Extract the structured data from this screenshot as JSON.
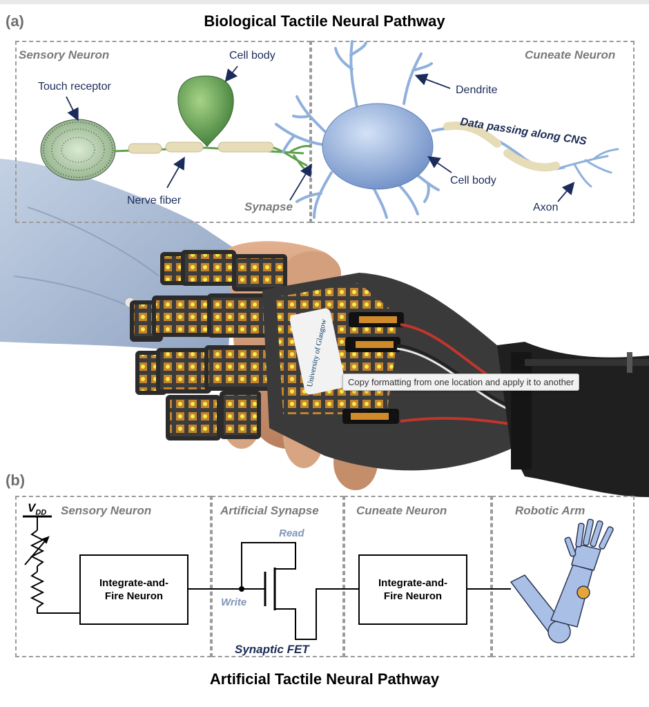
{
  "panel_a": {
    "label": "(a)",
    "title": "Biological Tactile Neural Pathway",
    "sensory_box_title": "Sensory Neuron",
    "cuneate_box_title": "Cuneate Neuron",
    "labels": {
      "touch_receptor": "Touch receptor",
      "cell_body_sensory": "Cell body",
      "nerve_fiber": "Nerve fiber",
      "synapse": "Synapse",
      "dendrite": "Dendrite",
      "cell_body_cuneate": "Cell body",
      "data_passing": "Data passing along CNS",
      "axon": "Axon"
    },
    "photo_logo_text": "University of Glasgow"
  },
  "tooltip": "Copy formatting from one location and apply it to another",
  "panel_b": {
    "label": "(b)",
    "title": "Artificial Tactile Neural Pathway",
    "boxes": {
      "sensory": "Sensory Neuron",
      "synapse": "Artificial Synapse",
      "cuneate": "Cuneate Neuron",
      "arm": "Robotic Arm"
    },
    "vdd_label": "V",
    "vdd_sub": "DD",
    "neuron_block_1": [
      "Integrate-and-",
      "Fire Neuron"
    ],
    "neuron_block_2": [
      "Integrate-and-",
      "Fire Neuron"
    ],
    "read_label": "Read",
    "write_label": "Write",
    "fet_label": "Synaptic FET"
  },
  "colors": {
    "sensory_cell": "#5f9f4e",
    "cuneate_cell": "#8fb0dc",
    "nerve_fiber": "#e6dcb8",
    "label_navy": "#1b2b5a",
    "box_dash": "#9a9a9a",
    "arm_blue": "#a9bfe6"
  }
}
